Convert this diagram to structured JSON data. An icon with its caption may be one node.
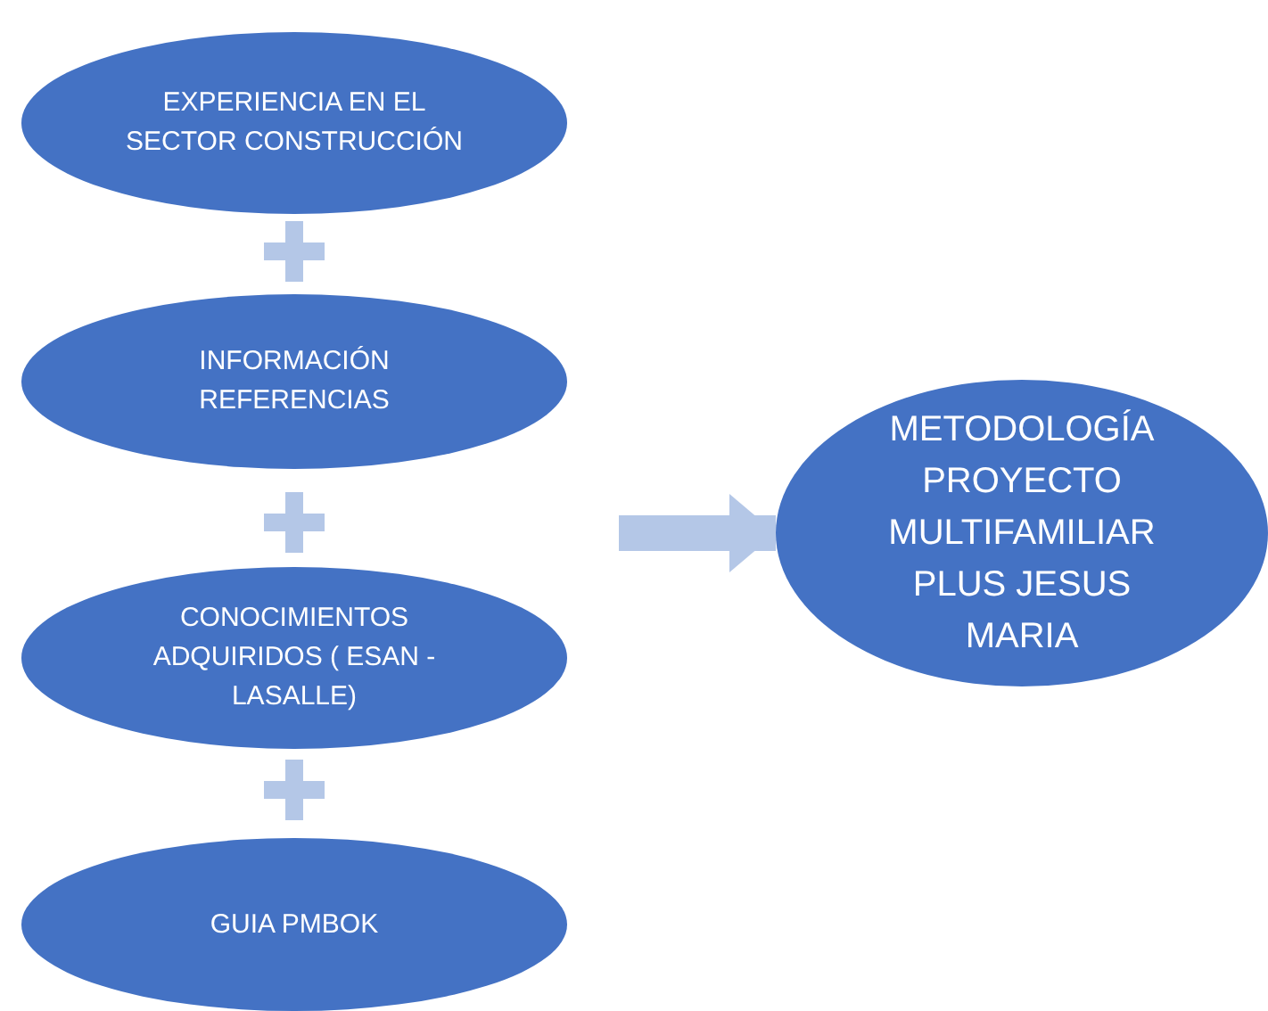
{
  "diagram": {
    "nodes": [
      {
        "text": [
          "EXPERIENCIA EN EL SECTOR CONSTRUCCIÓN"
        ]
      },
      {
        "text": [
          "INFORMACIÓN REFERENCIAS"
        ]
      },
      {
        "text": [
          "CONOCIMIENTOS ADQUIRIDOS ( ESAN - LASALLE)"
        ]
      },
      {
        "text": [
          "GUIA PMBOK"
        ]
      },
      {
        "text": [
          "METODOLOGÍA PROYECTO MULTIFAMILIAR PLUS JESUS MARIA"
        ]
      }
    ],
    "edges": [
      {
        "from": null,
        "to": 4,
        "arrow": "to"
      }
    ]
  }
}
